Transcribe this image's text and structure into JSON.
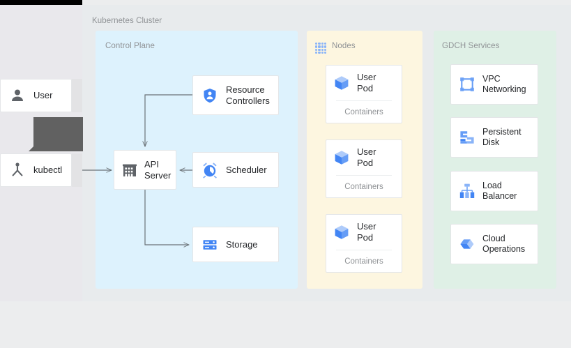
{
  "diagram": {
    "title": "Kubernetes Cluster",
    "groups": {
      "control_plane": {
        "title": "Control Plane",
        "color": "#ddf2fd"
      },
      "nodes": {
        "title": "Nodes",
        "color": "#fdf6e0",
        "icon": "dotted-grid-icon"
      },
      "gdch": {
        "title": "GDCH Services",
        "color": "#dff0e6"
      }
    },
    "actors": [
      {
        "id": "user",
        "label": "User",
        "icon": "person-icon"
      },
      {
        "id": "kubectl",
        "label": "kubectl",
        "icon": "kubectl-icon"
      }
    ],
    "control_plane_nodes": [
      {
        "id": "resource-controllers",
        "label": "Resource Controllers",
        "icon": "shield-person-icon"
      },
      {
        "id": "api-server",
        "label": "API Server",
        "icon": "building-icon"
      },
      {
        "id": "scheduler",
        "label": "Scheduler",
        "icon": "alarm-clock-icon"
      },
      {
        "id": "storage",
        "label": "Storage",
        "icon": "database-icon"
      }
    ],
    "pods": [
      {
        "label": "User Pod",
        "sub": "Containers",
        "icon": "cube-icon"
      },
      {
        "label": "User Pod",
        "sub": "Containers",
        "icon": "cube-icon"
      },
      {
        "label": "User Pod",
        "sub": "Containers",
        "icon": "cube-icon"
      }
    ],
    "services": [
      {
        "label": "VPC Networking",
        "icon": "vpc-network-icon"
      },
      {
        "label": "Persistent Disk",
        "icon": "persistent-disk-icon"
      },
      {
        "label": "Load Balancer",
        "icon": "load-balancer-icon"
      },
      {
        "label": "Cloud Operations",
        "icon": "cloud-operations-icon"
      }
    ],
    "tooltip": {
      "text": "",
      "color": "#616161"
    },
    "colors": {
      "accent_blue": "#4285f4",
      "light_blue": "#8ab4f8",
      "connector": "#6c7378",
      "canvas": "#e8ebed",
      "card_border": "#e4e6e8",
      "muted_text": "#8f9295"
    }
  }
}
